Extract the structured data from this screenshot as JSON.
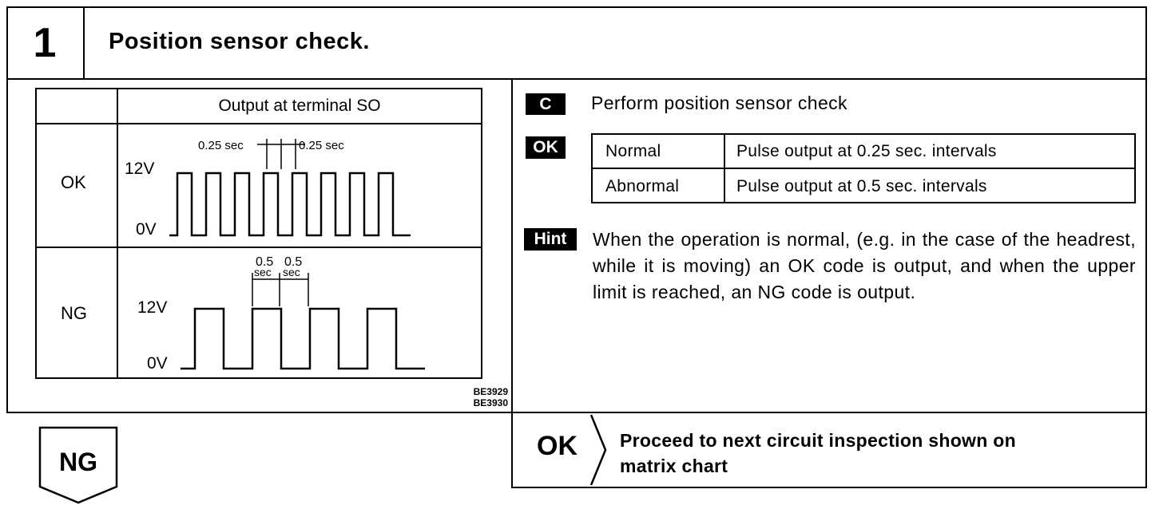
{
  "step": {
    "number": "1",
    "title": "Position sensor check."
  },
  "waveform_table": {
    "header": "Output at terminal SO",
    "rows": [
      {
        "label": "OK",
        "high": "12V",
        "low": "0V",
        "interval_left": "0.25 sec",
        "interval_right": "0.25 sec"
      },
      {
        "label": "NG",
        "high": "12V",
        "low": "0V",
        "interval_left_num": "0.5",
        "interval_left_unit": "sec",
        "interval_right_num": "0.5",
        "interval_right_unit": "sec"
      }
    ],
    "figure_code_1": "BE3929",
    "figure_code_2": "BE3930"
  },
  "check": {
    "badge": "C",
    "text": "Perform position sensor check"
  },
  "ok_result": {
    "badge": "OK",
    "rows": [
      {
        "state": "Normal",
        "desc": "Pulse output at 0.25 sec. intervals"
      },
      {
        "state": "Abnormal",
        "desc": "Pulse output at 0.5 sec. intervals"
      }
    ]
  },
  "hint": {
    "badge": "Hint",
    "text": "When the operation is normal, (e.g. in the case of the headrest, while it is moving) an OK code is output, and when the upper limit is reached, an NG code is output."
  },
  "outcomes": {
    "ng_label": "NG",
    "ok_label": "OK",
    "ok_text_line1": "Proceed to next circuit inspection shown on",
    "ok_text_line2": "matrix chart"
  }
}
